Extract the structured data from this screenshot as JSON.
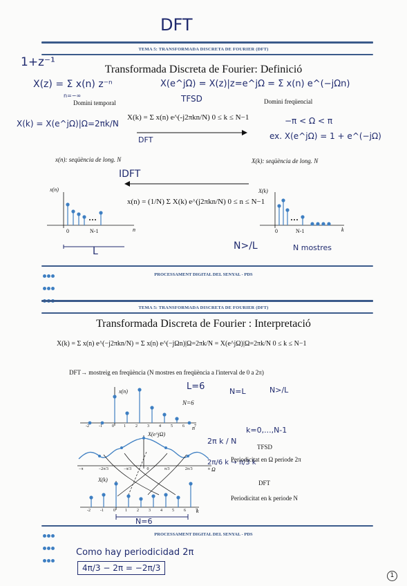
{
  "page": {
    "handwritten_top_title": "DFT",
    "page_number": "1"
  },
  "slide1": {
    "header": "TEMA 5: TRANSFORMADA DISCRETA DE FOURIER (DFT)",
    "title": "Transformada Discreta de Fourier: Definició",
    "label_time_domain": "Domini temporal",
    "label_freq_domain": "Domini freqüencial",
    "dft_eq": "X(k) = Σ x(n) e^(-j2πkn/N)   0 ≤ k ≤ N−1",
    "idft_eq": "x(n) = (1/N) Σ X(k) e^(j2πkn/N)   0 ≤ n ≤ N−1",
    "xn_caption": "x(n): seqüència de long. N",
    "xk_caption": "X(k): seqüència de long. N",
    "xn_axis": "x(n)",
    "xk_axis": "X(k)",
    "n_axis": "n",
    "k_axis": "k",
    "tick0": "0",
    "tickN1": "N-1",
    "footer": "PROCESSAMENT DIGITAL DEL SENYAL - PDS"
  },
  "slide1_hand": {
    "note_1z": "1+z⁻¹",
    "eq_z": "X(z) = Σ x(n) z⁻ⁿ",
    "sum_limits": "n=−∞",
    "eq_tfsd": "X(e^jΩ) = X(z)|z=e^jΩ = Σ x(n) e^(−jΩn)",
    "label_tfsd": "TFSD",
    "eq_sample": "X(k) = X(e^jΩ)|Ω=2πk/N",
    "label_dft": "DFT",
    "range_note": "−π < Ω < π",
    "example": "ex. X(e^jΩ) = 1 + e^(−jΩ)",
    "label_idft": "IDFT",
    "length_L": "L",
    "cond": "N>/L",
    "n_samples": "N mostres"
  },
  "slide2": {
    "header": "TEMA 5: TRANSFORMADA DISCRETA DE FOURIER (DFT)",
    "title": "Transformada Discreta de Fourier : Interpretació",
    "main_eq": "X(k) = Σ x(n) e^(−j2πkn/N) = Σ x(n) e^(−jΩn)|Ω=2πk/N = X(e^jΩ)|Ω=2πk/N   0 ≤ k ≤ N−1",
    "dft_desc": "DFT→ mostreig en freqüència (N mostres en freqüència a l'interval de 0 a 2π)",
    "xn_label": "x(n)",
    "N6": "N=6",
    "xejw_label": "X(e^jΩ)",
    "xk_label": "X(k)",
    "tfsd": "TFSD",
    "period_omega": "Periodicitat en Ω periode 2π",
    "dft": "DFT",
    "period_k": "Periodicitat en k periode N",
    "n_axis": "n",
    "omega_axis": "Ω",
    "k_axis": "k",
    "n_ticks": [
      "-2",
      "-1",
      "0",
      "1",
      "2",
      "3",
      "4",
      "5",
      "6",
      "7"
    ],
    "omega_ticks": [
      "−π",
      "−2π/3",
      "−π/3",
      "0",
      "π/3",
      "2π/3",
      "π"
    ],
    "k_ticks": [
      "-2",
      "-1",
      "0",
      "1",
      "2",
      "3",
      "4",
      "5",
      "6",
      "7"
    ],
    "footer": "PROCESSAMENT DIGITAL DEL SENYAL - PDS"
  },
  "slide2_hand": {
    "L6": "L=6",
    "NL": "N=L",
    "N_ge_L": "N>/L",
    "k_range": "k=0,...,N-1",
    "two_pi_k_N": "2π k / N",
    "two_pi_6": "2π/6 k → π/3 k",
    "N6_bottom": "N=6",
    "como_hay": "Como hay periodicidad 2π",
    "boxed": "4π/3 − 2π = −2π/3"
  },
  "colors": {
    "accent_blue": "#3e7fc2",
    "header_blue": "#2c4c80",
    "ink_blue": "#1f2a6e"
  }
}
